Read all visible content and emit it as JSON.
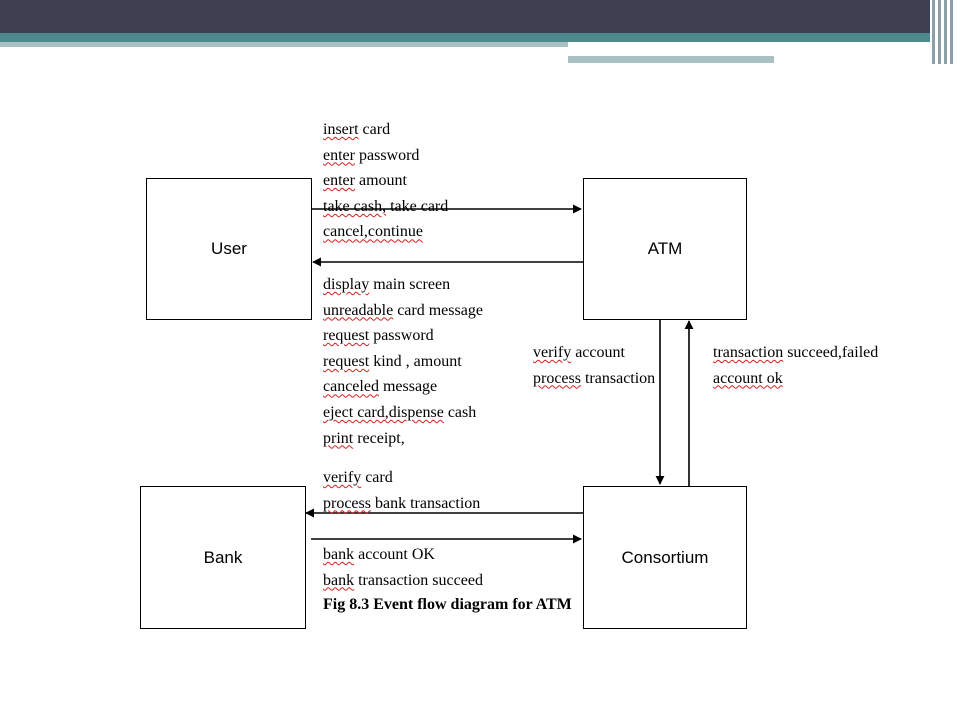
{
  "theme": {
    "header_dark": "#3f3f52",
    "header_teal": "#4d8a8d",
    "header_light": "#a9c1c3"
  },
  "diagram": {
    "caption": "Fig 8.3 Event flow diagram for ATM",
    "nodes": {
      "user": "User",
      "atm": "ATM",
      "bank": "Bank",
      "consortium": "Consortium"
    },
    "flows": {
      "user_to_atm": [
        {
          "w1": "insert",
          "w2": "card"
        },
        {
          "w1": "enter",
          "w2": "password"
        },
        {
          "w1": "enter",
          "w2": "amount"
        },
        {
          "w1": "take cash,",
          "w2": "take card"
        },
        {
          "w1": "cancel,continue",
          "w2": ""
        }
      ],
      "atm_to_user": [
        {
          "w1": "display",
          "w2": "main screen"
        },
        {
          "w1": "unreadable",
          "w2": "card message"
        },
        {
          "w1": "request",
          "w2": "password"
        },
        {
          "w1": "request",
          "w2": "kind , amount"
        },
        {
          "w1": "canceled",
          "w2": "message"
        },
        {
          "w1": "eject card,dispense",
          "w2": "cash"
        },
        {
          "w1": "print",
          "w2": "receipt,"
        }
      ],
      "atm_to_consortium": [
        {
          "w1": "verify",
          "w2": "account"
        },
        {
          "w1": "process",
          "w2": "transaction"
        }
      ],
      "consortium_to_atm": [
        {
          "w1": "transaction",
          "w2": "succeed,failed"
        },
        {
          "w1": "account ok",
          "w2": ""
        }
      ],
      "consortium_to_bank": [
        {
          "w1": "verify",
          "w2": "card"
        },
        {
          "w1": "process",
          "w2": "bank transaction"
        }
      ],
      "bank_to_consortium": [
        {
          "w1": "bank",
          "w2": "account OK"
        },
        {
          "w1": "bank",
          "w2": "transaction  succeed"
        }
      ]
    }
  }
}
